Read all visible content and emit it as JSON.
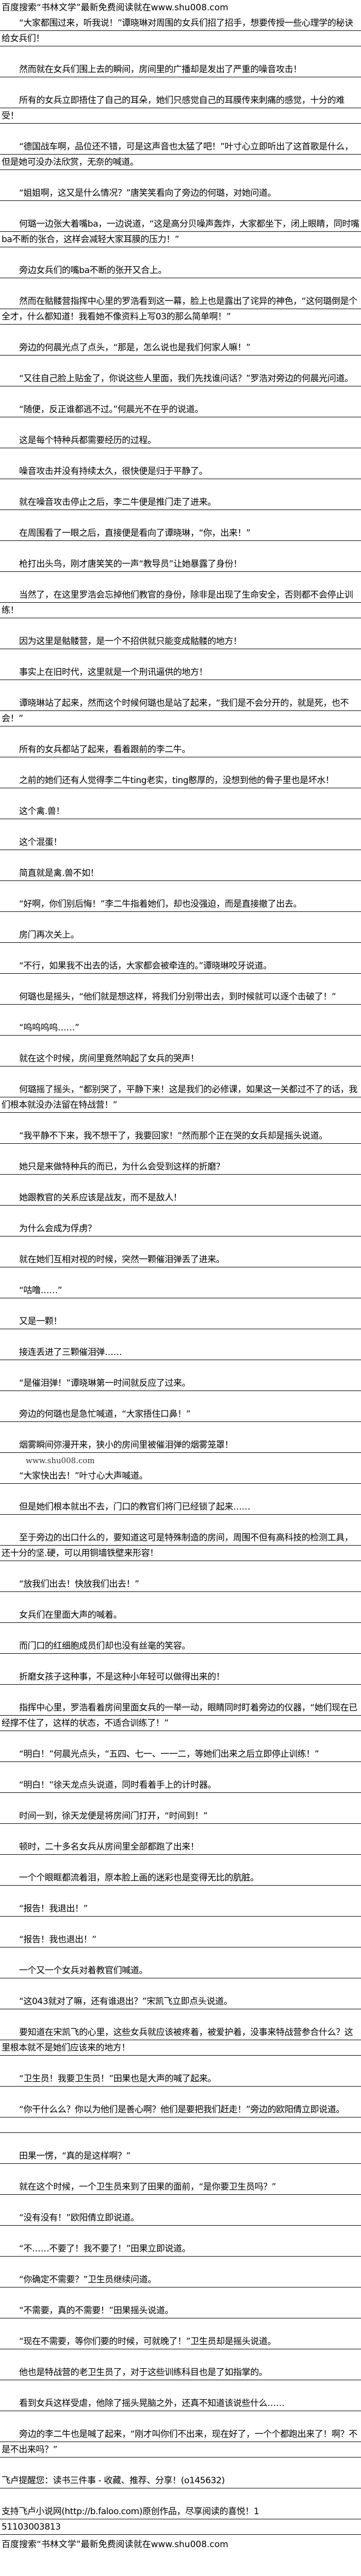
{
  "header": "百度搜索“书林文学”最新免费阅读就在www.shu008.com",
  "paragraphs": [
    "“大家都围过来，听我说！”谭晓琳对周围的女兵们招了招手，想要传授一些心理学的秘诀给女兵们！",
    "然而就在女兵们围上去的瞬间，房间里的广播却是发出了严重的噪音攻击！",
    "所有的女兵立即捂住了自己的耳朵，她们只感觉自己的耳膜传来刺痛的感觉，十分的难受！",
    "“德国战车啊，品位还不错，可是这声音也太猛了吧！”叶寸心立即听出了这首歌是什么，但是她可没办法欣赏，无奈的喊道。",
    "“姐姐啊，这又是什么情况？”唐笑笑看向了旁边的何璐，对她问道。",
    "何璐一边张大着嘴ba，一边说道，“这是高分贝噪声轰炸，大家都坐下，闭上眼睛，同时嘴ba不断的张合，这样会减轻大家耳膜的压力！”",
    "旁边女兵们的嘴ba不断的张开又合上。",
    "然而在骷髅营指挥中心里的罗浩看到这一幕，脸上也是露出了诧异的神色，“这何璐倒是个全才，什么都知道！我看她不像资料上写03的那么简单啊！”",
    "旁边的何晨光点了点头，“那是，怎么说也是我们何家人嘛！”",
    "“又往自己脸上贴金了，你说这些人里面，我们先找谁问话？”罗浩对旁边的何晨光问道。",
    "“随便，反正谁都逃不过。”何晨光不在乎的说道。",
    "这是每个特种兵都需要经历的过程。",
    "噪音攻击并没有持续太久，很快便是归于平静了。",
    "就在噪音攻击停止之后，李二牛便是推门走了进来。",
    "在周围看了一眼之后，直接便是看向了谭晓琳，“你，出来！”",
    "枪打出头鸟，刚才唐笑笑的一声“教导员”让她暴露了身份！",
    "当然了，在这里罗浩会忘掉他们教官的身份，除非是出现了生命安全，否则都不会停止训练！",
    "因为这里是骷髅营，是一个不招供就只能变成骷髅的地方！",
    "事实上在旧时代，这里就是一个刑讯逼供的地方！",
    "谭晓琳站了起来，然而这个时候何璐也是站了起来，“我们是不会分开的，就是死，也不会！”",
    "所有的女兵都站了起来，看着跟前的李二牛。",
    "之前的她们还有人觉得李二牛ting老实，ting憨厚的，没想到他的骨子里也是坏水！",
    "这个禽.兽！",
    "这个混蛋！",
    "简直就是禽.兽不如！",
    "“好啊，你们别后悔！”李二牛指着她们，却也没强迫，而是直接撤了出去。",
    "房门再次关上。",
    "“不行，如果我不出去的话，大家都会被牵连的。”谭晓琳咬牙说道。",
    "何璐也是摇头，“他们就是想这样，将我们分别带出去，到时候就可以逐个击破了！”",
    "“呜呜呜呜……”",
    "就在这个时候，房间里竟然响起了女兵的哭声！",
    "何璐摇了摇头，“都别哭了，平静下来！这是我们的必修课，如果这一关都过不了的话，我们根本就没办法留在特战营！”",
    "“我平静不下来，我不想干了，我要回家！”然而那个正在哭的女兵却是摇头说道。",
    "她只是来做特种兵的而已，为什么会受到这样的折磨？",
    "她跟教官的关系应该是战友，而不是敌人！",
    "为什么会成为俘虏？",
    "就在她们互相对视的时候，突然一颗催泪弹丢了进来。",
    "“咕噜……”",
    "又是一颗！",
    "接连丢进了三颗催泪弹……",
    "“是催泪弹！”谭晓琳第一时间就反应了过来。",
    "旁边的何璐也是急忙喊道，“大家捂住口鼻！”",
    "烟雾瞬间弥漫开来，狭小的房间里被催泪弹的烟雾笼罩！",
    "“大家快出去！”叶寸心大声喊道。",
    "但是她们根本就出不去，门口的教官们将门已经锁了起来……",
    "至于旁边的出口什么的，要知道这可是特殊制造的房间，周围不但有高科技的检测工具，还十分的坚.硬，可以用铜墙铁壁来形容！",
    "“放我们出去！快放我们出去！”",
    "女兵们在里面大声的喊着。",
    "而门口的红细胞成员们却也没有丝毫的笑容。",
    "折磨女孩子这种事，不是这种小年轻可以做得出来的！",
    "指挥中心里，罗浩看着房间里面女兵的一举一动，眼睛同时盯着旁边的仪器，“她们现在已经撑不住了，这样的状态，不适合训练了！”",
    "“明白！”何晨光点头，“五四、七一、一一二，等她们出来之后立即停止训练！”",
    "“明白！”徐天龙点头说道，同时看着手上的计时器。",
    "时间一到，徐天龙便是将房间门打开，“时间到！”",
    "顿时，二十多名女兵从房间里全部都跑了出来！",
    "一个个眼眶都流着泪，原本脸上画的迷彩也是变得无比的肮脏。",
    "“报告！我退出！”",
    "“报告！我也退出！”",
    "一个又一个女兵对着教官们喊道。",
    "“这043就对了嘛，还有谁退出？”宋凯飞立即点头说道。",
    "要知道在宋凯飞的心里，这些女兵就应该被疼着，被爱护着，没事来特战营参合什么？这里根本就不是她们应该来的地方！",
    "“卫生员！我要卫生员！”田果也是大声的喊了起来。",
    "“你干什么么？你以为他们是善心啊？他们是要把我们赶走！”旁边的欧阳倩立即说道。",
    "田果一愣，“真的是这样啊？”",
    "就在这个时候，一个卫生员来到了田果的面前，“是你要卫生员吗？”",
    "“没有没有！”欧阳倩立即说道。",
    "“不……不要了！我不要了！”田果立即说道。",
    "“你确定不需要？”卫生员继续问道。",
    "“不需要，真的不需要！”田果摇头说道。",
    "“现在不需要，等你们要的时候，可就晚了！”卫生员却是摇头说道。",
    "他也是特战营的老卫生员了，对于这些训练科目也是了如指掌的。",
    "看到女兵这样受虐，他除了摇头晃脑之外，还真不知道该说些什么……",
    "旁边的李二牛也是喊了起来，“刚才叫你们不出来，现在好了，一个个都跑出来了！啊？不是不出来吗？”"
  ],
  "watermark": "www.shu008.com",
  "footer": {
    "reminder": "飞卢提醒您：读书三件事 - 收藏、推荐、分享！(o145632)",
    "support": "支持飞卢小说网(http://b.faloo.com)原创作品，尽享阅读的喜悦！1",
    "code": "51103003813",
    "header_repeat": "百度搜索“书林文学”最新免费阅读就在www.shu008.com"
  }
}
